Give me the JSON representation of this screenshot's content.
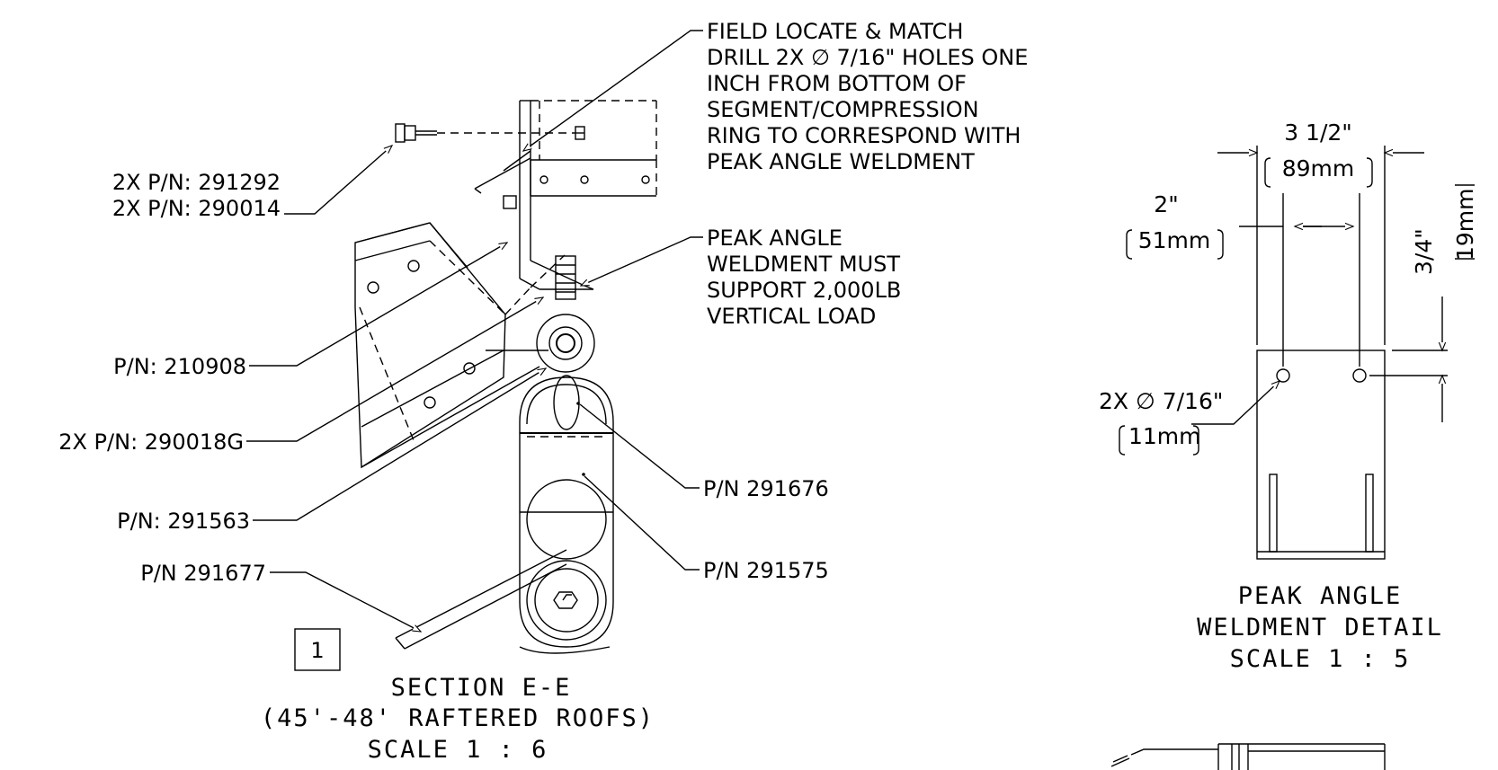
{
  "callouts": {
    "field_note": [
      "FIELD LOCATE & MATCH",
      "DRILL 2X ∅ 7/16\" HOLES ONE",
      "INCH FROM BOTTOM OF",
      "SEGMENT/COMPRESSION",
      "RING  TO CORRESPOND WITH",
      "PEAK ANGLE WELDMENT"
    ],
    "peak_note": [
      "PEAK ANGLE",
      "WELDMENT MUST",
      "SUPPORT 2,000LB",
      "VERTICAL LOAD"
    ],
    "pn_291292": "2X P/N: 291292",
    "pn_290014": "2X P/N: 290014",
    "pn_210908": "P/N: 210908",
    "pn_290018g": "2X P/N: 290018G",
    "pn_291563": "P/N: 291563",
    "pn_291677": "P/N 291677",
    "pn_291676": "P/N 291676",
    "pn_291575": "P/N 291575"
  },
  "section": {
    "number": "1",
    "title": "SECTION E-E",
    "subtitle": "(45'-48' RAFTERED ROOFS)",
    "scale": "SCALE 1 : 6"
  },
  "detail": {
    "dim_width_in": "3 1/2\"",
    "dim_width_mm": "89mm",
    "dim_spacing_in": "2\"",
    "dim_spacing_mm": "51mm",
    "dim_edge_in": "3/4\"",
    "dim_edge_mm": "19mm",
    "hole_label": "2X  ∅ 7/16\"",
    "hole_mm": "11mm",
    "title": "PEAK  ANGLE",
    "subtitle": "WELDMENT  DETAIL",
    "scale": "SCALE  1  :  5"
  }
}
